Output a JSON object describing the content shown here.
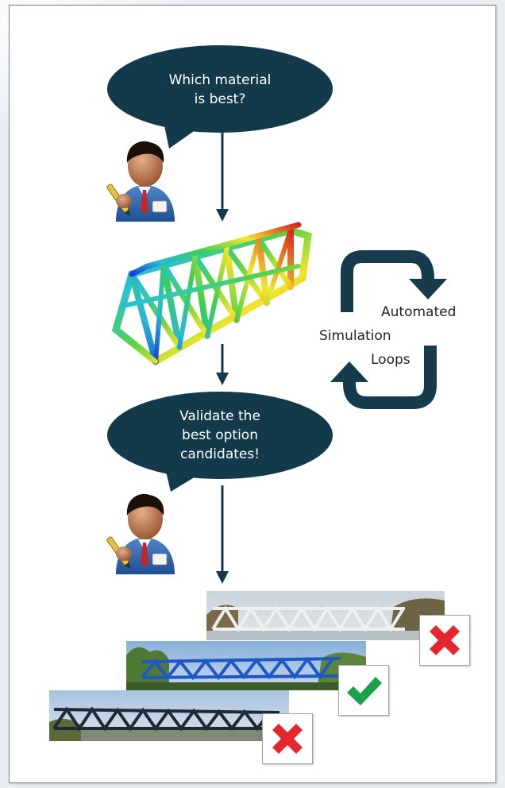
{
  "steps": {
    "question": "Which material\nis best?",
    "validate": "Validate the\nbest option\ncandidates!"
  },
  "loop": {
    "label_automated": "Automated",
    "label_simulation": "Simulation",
    "label_loops": "Loops"
  },
  "candidates": [
    {
      "result": "rejected"
    },
    {
      "result": "accepted"
    },
    {
      "result": "rejected"
    }
  ],
  "colors": {
    "bubble": "#123a4b",
    "arrow": "#123a4b",
    "loop_arrow": "#153b4c",
    "accept": "#1aa34a",
    "reject": "#e5262e"
  },
  "icons": [
    "engineer-icon",
    "simulation-model-icon",
    "check-icon",
    "cross-icon"
  ]
}
